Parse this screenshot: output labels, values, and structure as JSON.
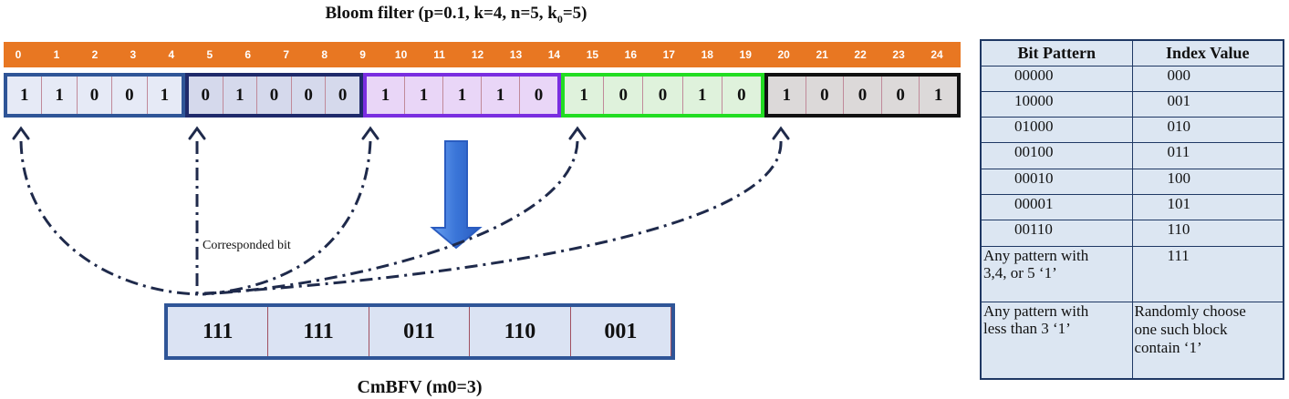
{
  "title": {
    "text": "Bloom filter (p=0.1, k=4, n=5, k",
    "sub": "0",
    "tail": "=5)"
  },
  "bit_indices": [
    "0",
    "1",
    "2",
    "3",
    "4",
    "5",
    "6",
    "7",
    "8",
    "9",
    "10",
    "11",
    "12",
    "13",
    "14",
    "15",
    "16",
    "17",
    "18",
    "19",
    "20",
    "21",
    "22",
    "23",
    "24"
  ],
  "blocks": [
    {
      "bits": [
        "1",
        "1",
        "0",
        "0",
        "1"
      ],
      "border": "#2f5597",
      "fill": "#e6eaf6"
    },
    {
      "bits": [
        "0",
        "1",
        "0",
        "0",
        "0"
      ],
      "border": "#1f2a6b",
      "fill": "#d5d9ec"
    },
    {
      "bits": [
        "1",
        "1",
        "1",
        "1",
        "0"
      ],
      "border": "#7a2ee0",
      "fill": "#e9d6f7"
    },
    {
      "bits": [
        "1",
        "0",
        "0",
        "1",
        "0"
      ],
      "border": "#22dd22",
      "fill": "#dff2dc"
    },
    {
      "bits": [
        "1",
        "0",
        "0",
        "0",
        "1"
      ],
      "border": "#111111",
      "fill": "#dcd9d9"
    }
  ],
  "annotation": "Corresponded bit",
  "cmbfv": {
    "values": [
      "111",
      "111",
      "011",
      "110",
      "001"
    ],
    "label": "CmBFV (m0=3)"
  },
  "table": {
    "headers": [
      "Bit Pattern",
      "Index Value"
    ],
    "rows": [
      [
        "00000",
        "000"
      ],
      [
        "10000",
        "001"
      ],
      [
        "01000",
        "010"
      ],
      [
        "00100",
        "011"
      ],
      [
        "00010",
        "100"
      ],
      [
        "00001",
        "101"
      ],
      [
        "00110",
        "110"
      ]
    ],
    "special_rows": [
      {
        "pattern_lines": [
          "Any pattern with",
          "3,4, or 5 ‘1’"
        ],
        "value_lines": [
          "111"
        ]
      },
      {
        "pattern_lines": [
          "Any pattern with",
          "less than 3 ‘1’"
        ],
        "value_lines": [
          "Randomly choose",
          "one such block",
          "contain ‘1’"
        ]
      }
    ]
  },
  "colors": {
    "index_bar": "#E87722",
    "arrow_blue": "#3a75d8",
    "dash_line": "#1f2a4b"
  }
}
